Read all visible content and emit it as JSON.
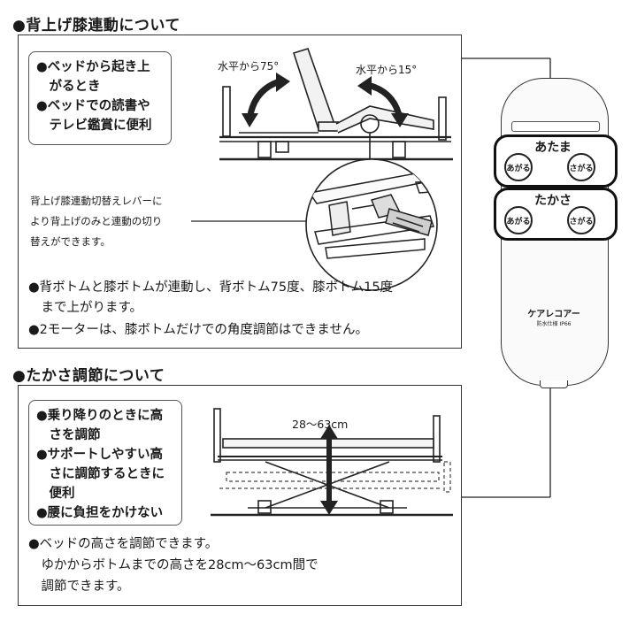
{
  "section1": {
    "title": "●背上げ膝連動について",
    "callout": [
      "●ベッドから起き上",
      "　がるとき",
      "●ベッドでの読書や",
      "　テレビ鑑賞に便利"
    ],
    "angle_back": "水平から75°",
    "angle_knee": "水平から15°",
    "lever_note": [
      "背上げ膝連動切替えレバーに",
      "より背上げのみと連動の切り",
      "替えができます。"
    ],
    "body": [
      "●背ボトムと膝ボトムが連動し、背ボトム75度、膝ボトム15度",
      "　まで上がります。",
      "●2モーターは、膝ボトムだけでの角度調節はできません。"
    ]
  },
  "section2": {
    "title": "●たかさ調節について",
    "callout": [
      "●乗り降りのときに高",
      "　さを調節",
      "●サポートしやすい高",
      "　さに調節するときに",
      "　便利",
      "●腰に負担をかけない"
    ],
    "height_range": "28～63cm",
    "body": [
      "●ベッドの高さを調節できます。",
      "　ゆかからボトムまでの高さを28cm～63cm間で",
      "　調節できます。"
    ]
  },
  "remote": {
    "group1_label": "あたま",
    "group2_label": "たかさ",
    "up": "あがる",
    "down": "さがる",
    "brand": "ケアレコアー",
    "brand_sub": "防水仕様 IP66"
  }
}
